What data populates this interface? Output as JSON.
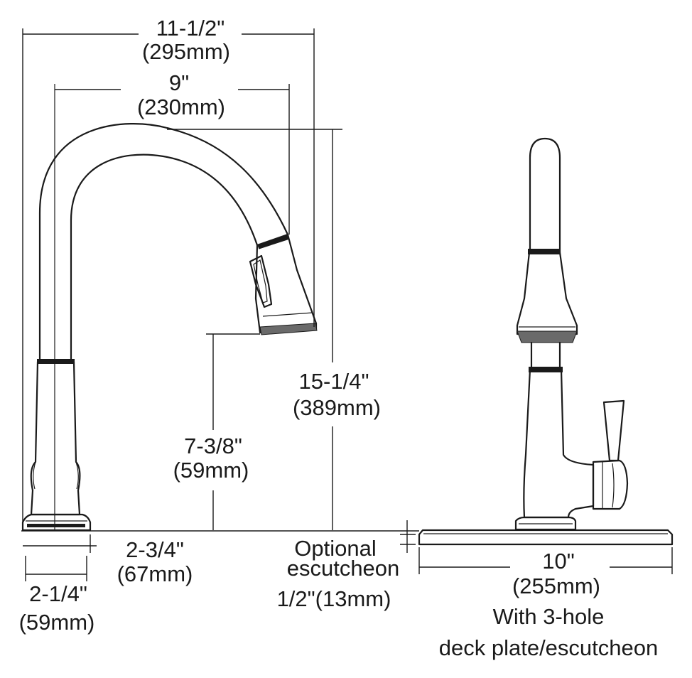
{
  "dimensions": {
    "overall_reach": {
      "imperial": "11-1/2\"",
      "metric": "(295mm)"
    },
    "spout_reach": {
      "imperial": "9\"",
      "metric": "(230mm)"
    },
    "overall_height": {
      "imperial": "15-1/4\"",
      "metric": "(389mm)"
    },
    "spout_clearance": {
      "imperial": "7-3/8\"",
      "metric": "(59mm)"
    },
    "base_to_spout_center": {
      "imperial": "2-3/4\"",
      "metric": "(67mm)"
    },
    "base_diameter": {
      "imperial": "2-1/4\"",
      "metric": "(59mm)"
    },
    "escutcheon_thickness": {
      "line1": "Optional",
      "line2": "escutcheon",
      "value": "1/2\"(13mm)"
    },
    "deck_plate_width": {
      "imperial": "10\"",
      "metric": "(255mm)",
      "note1": "With 3-hole",
      "note2": "deck plate/escutcheon"
    }
  }
}
